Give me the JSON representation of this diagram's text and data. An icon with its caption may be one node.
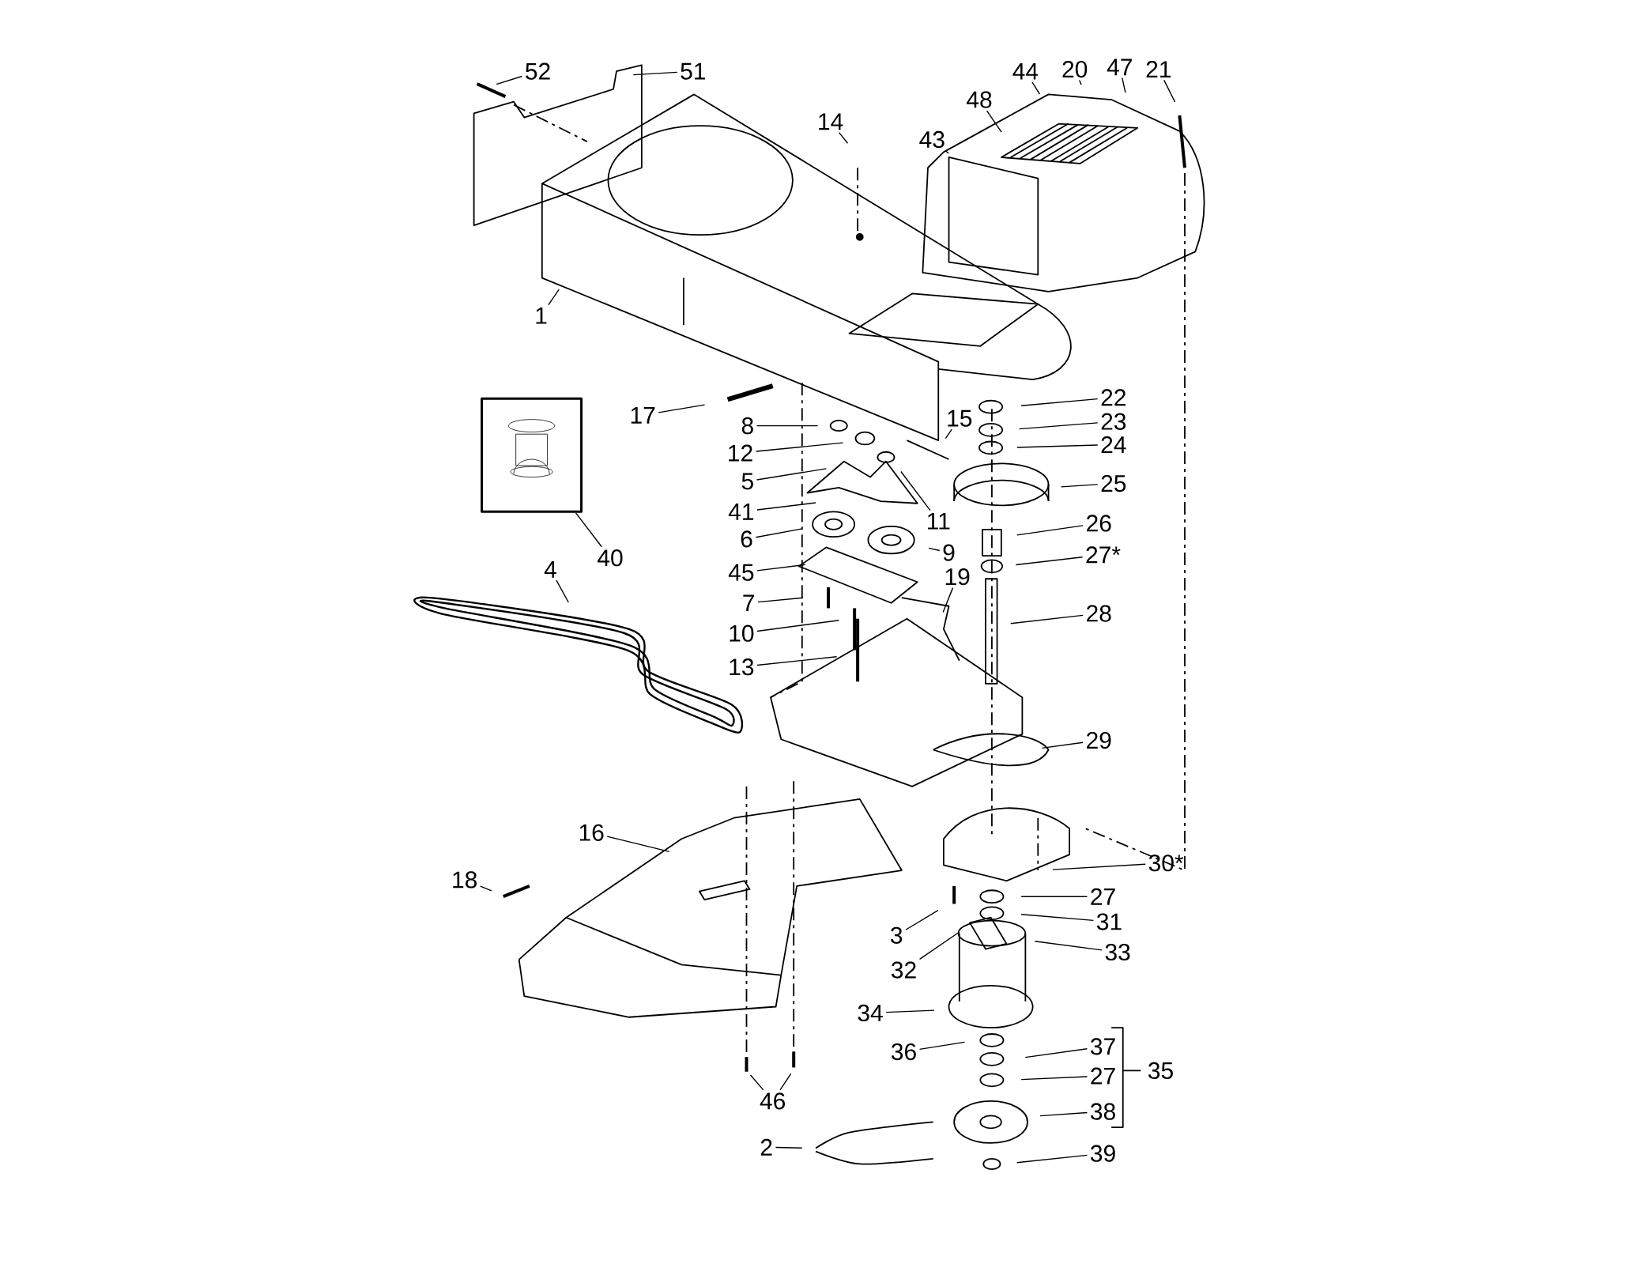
{
  "diagram": {
    "nodes": [
      {
        "text": [
          "52"
        ]
      },
      {
        "text": [
          "51"
        ]
      },
      {
        "text": [
          "14"
        ]
      },
      {
        "text": [
          "48"
        ]
      },
      {
        "text": [
          "44"
        ]
      },
      {
        "text": [
          "20"
        ]
      },
      {
        "text": [
          "47"
        ]
      },
      {
        "text": [
          "21"
        ]
      },
      {
        "text": [
          "43"
        ]
      },
      {
        "text": [
          "1"
        ]
      },
      {
        "text": [
          "17"
        ]
      },
      {
        "text": [
          "8"
        ]
      },
      {
        "text": [
          "12"
        ]
      },
      {
        "text": [
          "5"
        ]
      },
      {
        "text": [
          "15"
        ]
      },
      {
        "text": [
          "22"
        ]
      },
      {
        "text": [
          "23"
        ]
      },
      {
        "text": [
          "24"
        ]
      },
      {
        "text": [
          "25"
        ]
      },
      {
        "text": [
          "11"
        ]
      },
      {
        "text": [
          "41"
        ]
      },
      {
        "text": [
          "6"
        ]
      },
      {
        "text": [
          "9"
        ]
      },
      {
        "text": [
          "26"
        ]
      },
      {
        "text": [
          "27*"
        ]
      },
      {
        "text": [
          "45"
        ]
      },
      {
        "text": [
          "7"
        ]
      },
      {
        "text": [
          "19"
        ]
      },
      {
        "text": [
          "28"
        ]
      },
      {
        "text": [
          "10"
        ]
      },
      {
        "text": [
          "13"
        ]
      },
      {
        "text": [
          "4"
        ]
      },
      {
        "text": [
          "40"
        ]
      },
      {
        "text": [],
        "shape": "picture"
      },
      {
        "text": [
          "29"
        ]
      },
      {
        "text": [
          "16"
        ]
      },
      {
        "text": [
          "18"
        ]
      },
      {
        "text": [
          "30*"
        ]
      },
      {
        "text": [
          "27"
        ]
      },
      {
        "text": [
          "3"
        ]
      },
      {
        "text": [
          "31"
        ]
      },
      {
        "text": [
          "32"
        ]
      },
      {
        "text": [
          "33"
        ]
      },
      {
        "text": [
          "34"
        ]
      },
      {
        "text": [
          "36"
        ]
      },
      {
        "text": [
          "37"
        ]
      },
      {
        "text": [
          "27"
        ]
      },
      {
        "text": [
          "38"
        ]
      },
      {
        "text": [
          "46"
        ]
      },
      {
        "text": [
          "2"
        ]
      },
      {
        "text": [
          "39"
        ]
      }
    ],
    "edges": [
      {
        "from": 0,
        "to": null,
        "arrow": "none"
      },
      {
        "from": 1,
        "to": null,
        "arrow": "none"
      },
      {
        "from": 2,
        "to": null,
        "arrow": "none"
      },
      {
        "from": 3,
        "to": null,
        "arrow": "none"
      },
      {
        "from": 4,
        "to": null,
        "arrow": "none"
      },
      {
        "from": 5,
        "to": null,
        "arrow": "none"
      },
      {
        "from": 6,
        "to": null,
        "arrow": "none"
      },
      {
        "from": 7,
        "to": null,
        "arrow": "none"
      },
      {
        "from": 8,
        "to": null,
        "arrow": "none"
      },
      {
        "from": 9,
        "to": null,
        "arrow": "none"
      },
      {
        "from": 10,
        "to": null,
        "arrow": "none"
      },
      {
        "from": 11,
        "to": null,
        "arrow": "none"
      },
      {
        "from": 12,
        "to": null,
        "arrow": "none"
      },
      {
        "from": 13,
        "to": null,
        "arrow": "none"
      },
      {
        "from": 14,
        "to": null,
        "arrow": "none"
      },
      {
        "from": 15,
        "to": null,
        "arrow": "none"
      },
      {
        "from": 16,
        "to": null,
        "arrow": "none"
      },
      {
        "from": 17,
        "to": null,
        "arrow": "none"
      },
      {
        "from": 18,
        "to": null,
        "arrow": "none"
      },
      {
        "from": 19,
        "to": null,
        "arrow": "none"
      },
      {
        "from": 20,
        "to": null,
        "arrow": "none"
      },
      {
        "from": 21,
        "to": null,
        "arrow": "none"
      },
      {
        "from": 22,
        "to": null,
        "arrow": "none"
      },
      {
        "from": 23,
        "to": null,
        "arrow": "none"
      },
      {
        "from": 24,
        "to": null,
        "arrow": "none"
      },
      {
        "from": 25,
        "to": null,
        "arrow": "none"
      },
      {
        "from": 26,
        "to": null,
        "arrow": "none"
      },
      {
        "from": 27,
        "to": null,
        "arrow": "none"
      },
      {
        "from": 28,
        "to": null,
        "arrow": "none"
      },
      {
        "from": 29,
        "to": null,
        "arrow": "none"
      },
      {
        "from": 30,
        "to": null,
        "arrow": "none"
      },
      {
        "from": 31,
        "to": null,
        "arrow": "none"
      },
      {
        "from": 32,
        "to": 33,
        "arrow": "none"
      },
      {
        "from": 34,
        "to": null,
        "arrow": "none"
      },
      {
        "from": 35,
        "to": null,
        "arrow": "none"
      },
      {
        "from": 36,
        "to": null,
        "arrow": "none"
      },
      {
        "from": 37,
        "to": null,
        "arrow": "none"
      },
      {
        "from": 38,
        "to": null,
        "arrow": "none"
      },
      {
        "from": 39,
        "to": null,
        "arrow": "none"
      },
      {
        "from": 40,
        "to": null,
        "arrow": "none"
      },
      {
        "from": 41,
        "to": null,
        "arrow": "none"
      },
      {
        "from": 42,
        "to": null,
        "arrow": "none"
      },
      {
        "from": 43,
        "to": null,
        "arrow": "none"
      },
      {
        "from": 44,
        "to": null,
        "arrow": "none"
      },
      {
        "from": 45,
        "to": null,
        "arrow": "none"
      },
      {
        "from": 46,
        "to": null,
        "arrow": "none"
      },
      {
        "from": 47,
        "to": null,
        "arrow": "none"
      },
      {
        "from": 48,
        "to": null,
        "arrow": "none"
      },
      {
        "from": 48,
        "to": null,
        "arrow": "none"
      },
      {
        "from": 49,
        "to": null,
        "arrow": "none"
      },
      {
        "from": 50,
        "to": null,
        "arrow": "none"
      }
    ],
    "labels": [
      "35"
    ]
  }
}
